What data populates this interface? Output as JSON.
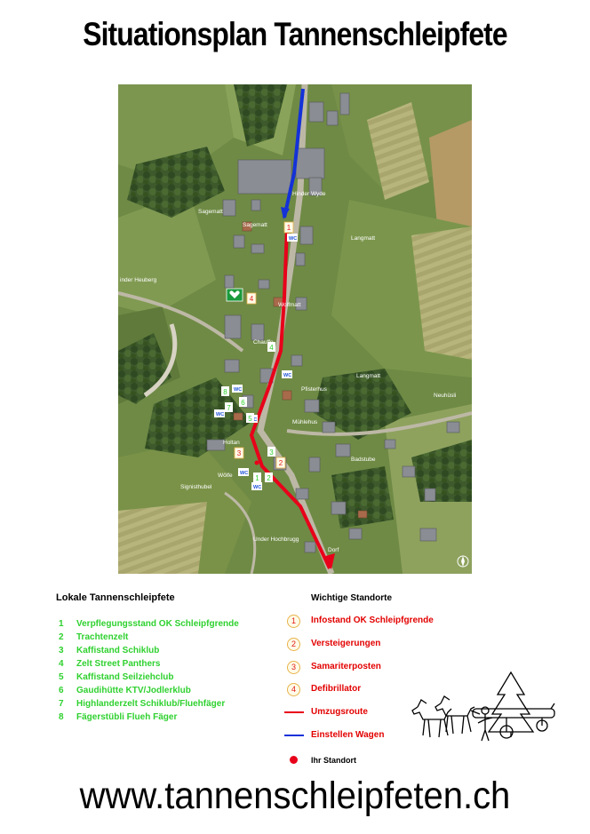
{
  "title": "Situationsplan Tannenschleipfete",
  "map": {
    "place_names": [
      "Hinder Wyde",
      "Sagematt",
      "Sagematt",
      "Langmatt",
      "Langmatt",
      "inder Heuberg",
      "Wolfmatt",
      "Chauffe",
      "Pfisterhus",
      "Neuhüsli",
      "Holtan",
      "Wölfe",
      "Signisthubel",
      "Dorf",
      "Under Hochbrugg",
      "Badstube",
      "Mühlehus"
    ],
    "wc_label": "WC",
    "route_colors": {
      "umzug": "#e8001a",
      "wagen": "#1432d8"
    },
    "map_markers": {
      "red": [
        "1",
        "2",
        "3",
        "4"
      ],
      "green": [
        "1",
        "2",
        "3",
        "4",
        "5",
        "6",
        "7",
        "8"
      ]
    }
  },
  "legend_left": {
    "title": "Lokale Tannenschleipfete",
    "items": [
      {
        "num": "1",
        "label": "Verpflegungsstand OK Schleipfgrende"
      },
      {
        "num": "2",
        "label": "Trachtenzelt"
      },
      {
        "num": "3",
        "label": "Kaffistand Schiklub"
      },
      {
        "num": "4",
        "label": "Zelt Street Panthers"
      },
      {
        "num": "5",
        "label": "Kaffistand Seilziehclub"
      },
      {
        "num": "6",
        "label": "Gaudihütte KTV/Jodlerklub"
      },
      {
        "num": "7",
        "label": "Highlanderzelt Schiklub/Fluehfäger"
      },
      {
        "num": "8",
        "label": "Fägerstübli Flueh Fäger"
      }
    ]
  },
  "legend_right": {
    "title": "Wichtige Standorte",
    "items": [
      {
        "symbol": "1",
        "label": "Infostand OK Schleipfgrende"
      },
      {
        "symbol": "2",
        "label": "Versteigerungen"
      },
      {
        "symbol": "3",
        "label": "Samariterposten"
      },
      {
        "symbol": "4",
        "label": "Defibrillator"
      },
      {
        "symbol": "red-line",
        "label": "Umzugsroute"
      },
      {
        "symbol": "blue-line",
        "label": "Einstellen Wagen"
      },
      {
        "symbol": "red-dot",
        "label": "Ihr Standort"
      }
    ]
  },
  "footer": "www.tannenschleipfeten.ch"
}
